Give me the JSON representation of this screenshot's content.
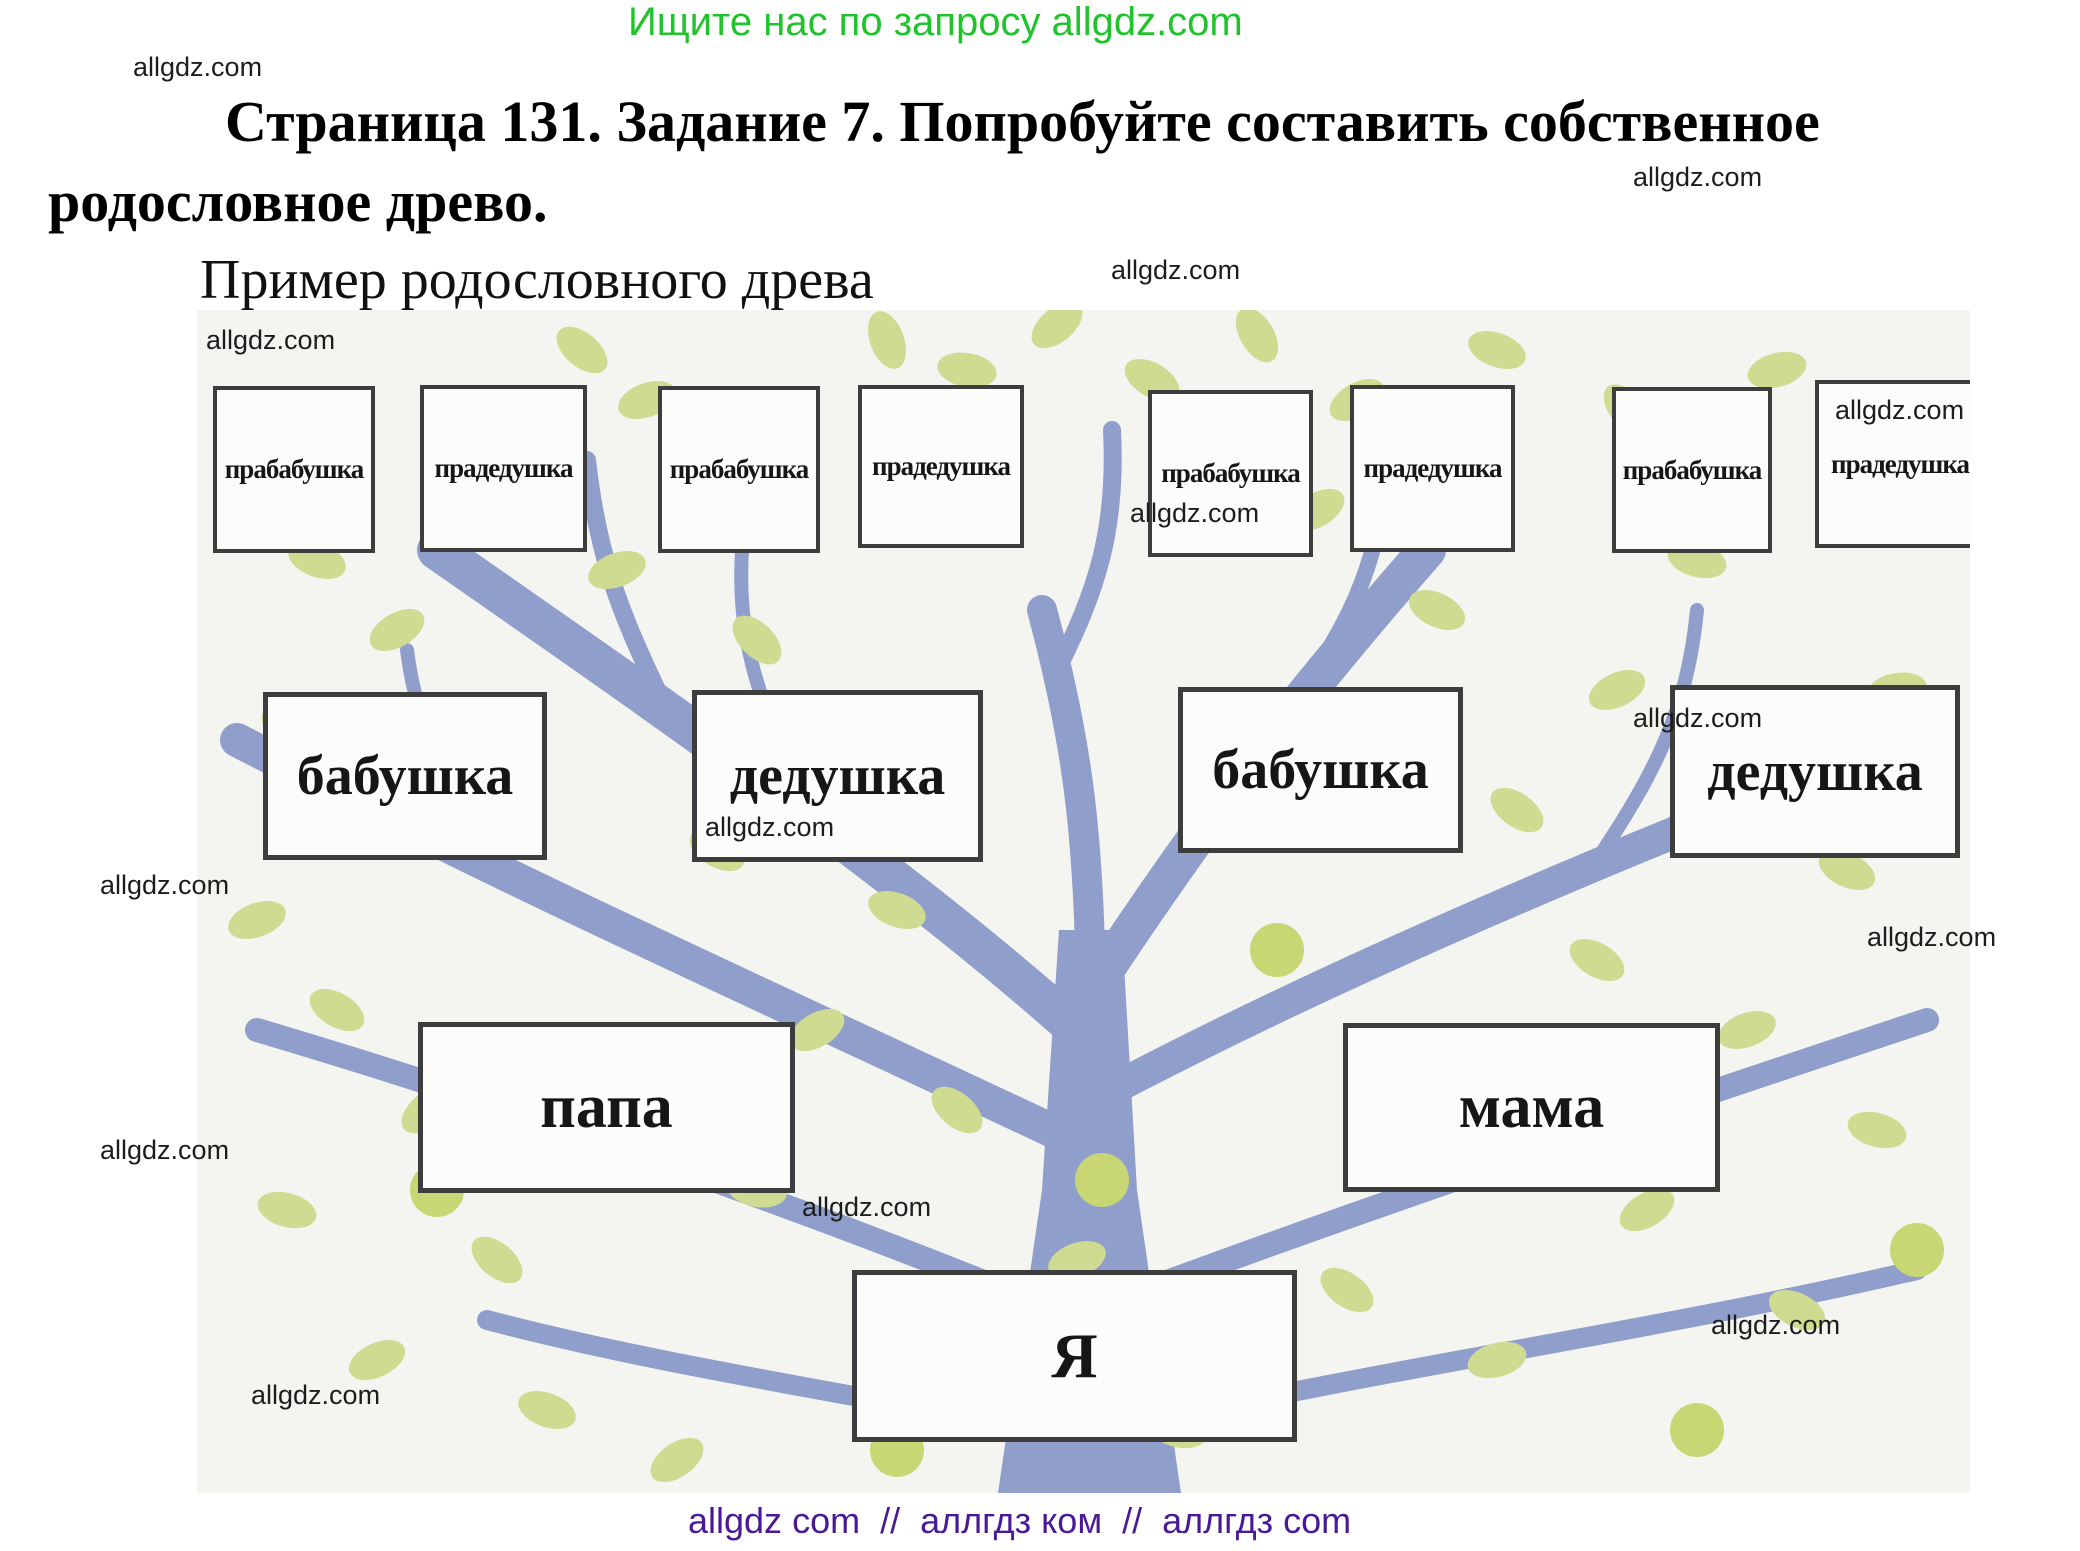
{
  "theme": {
    "green": "#1fc32b",
    "purple": "#4a1a96",
    "wm": "#1d1d1d",
    "photobg": "#f4f4f1",
    "boxborder": "#3d3d3d",
    "branch": "#8f9ecb",
    "leaf": "#cedb90",
    "apple": "#c8d774"
  },
  "header": {
    "promo": "Ищите нас по запросу allgdz.com"
  },
  "title": {
    "line1": "Страница 131. Задание 7. Попробуйте составить собственное",
    "line2": "родословное древо.",
    "subtitle": "Пример родословного древа"
  },
  "watermark": {
    "text": "allgdz.com"
  },
  "tree": {
    "generations": [
      {
        "name": "great-grandparents",
        "boxes": [
          {
            "label": "прабабушка"
          },
          {
            "label": "прадедушка"
          },
          {
            "label": "прабабушка"
          },
          {
            "label": "прадедушка"
          },
          {
            "label": "прабабушка"
          },
          {
            "label": "прадедушка"
          },
          {
            "label": "прабабушка"
          },
          {
            "label": "прадедушка"
          }
        ]
      },
      {
        "name": "grandparents",
        "boxes": [
          {
            "label": "бабушка"
          },
          {
            "label": "дедушка"
          },
          {
            "label": "бабушка"
          },
          {
            "label": "дедушка"
          }
        ]
      },
      {
        "name": "parents",
        "boxes": [
          {
            "label": "папа"
          },
          {
            "label": "мама"
          }
        ]
      },
      {
        "name": "self",
        "boxes": [
          {
            "label": "Я"
          }
        ]
      }
    ]
  },
  "footer": {
    "text": "allgdz com  //  аллгдз ком  //  аллгдз com"
  }
}
